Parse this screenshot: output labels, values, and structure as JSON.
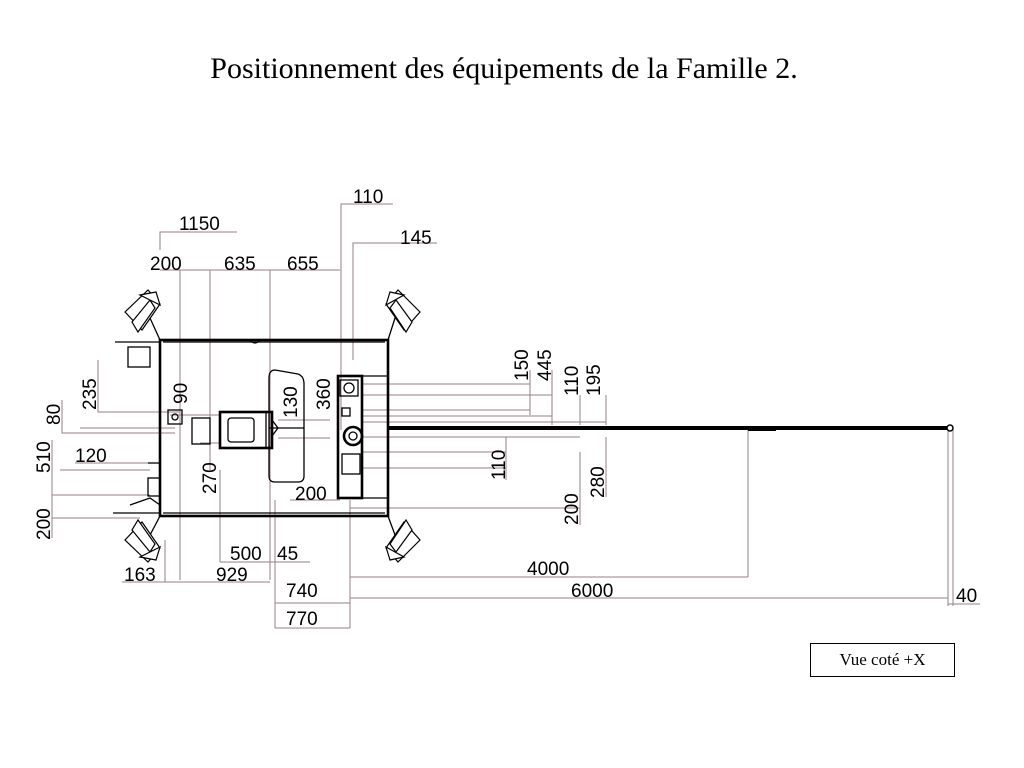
{
  "page": {
    "title": "Positionnement des équipements de la Famille 2.",
    "view_label": "Vue coté +X"
  },
  "dimensions": {
    "top": [
      "110",
      "145",
      "1150",
      "200",
      "635",
      "655"
    ],
    "left": [
      "235",
      "80",
      "510",
      "200",
      "120",
      "90",
      "270"
    ],
    "center": [
      "130",
      "360",
      "200"
    ],
    "right": [
      "150",
      "445",
      "110",
      "195",
      "110",
      "280",
      "200"
    ],
    "bottom": [
      "500",
      "45",
      "163",
      "929",
      "740",
      "770",
      "4000",
      "6000",
      "40"
    ]
  }
}
